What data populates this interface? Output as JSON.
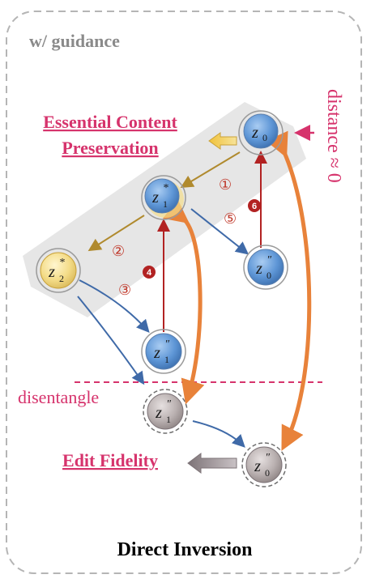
{
  "header": {
    "guidance_label": "w/ guidance"
  },
  "labels": {
    "essential_line1": "Essential Content",
    "essential_line2": "Preservation",
    "edit_fidelity": "Edit Fidelity",
    "disentangle": "disentangle",
    "distance": "distance ≈ 0",
    "footer_title": "Direct Inversion"
  },
  "nodes": {
    "z0": {
      "base": "z",
      "sub": "0",
      "sup": ""
    },
    "z1_star": {
      "base": "z",
      "sub": "1",
      "sup": "*"
    },
    "z2_star": {
      "base": "z",
      "sub": "2",
      "sup": "*"
    },
    "z0_pp_upper": {
      "base": "z",
      "sub": "0",
      "sup": "″"
    },
    "z1_pp_mid": {
      "base": "z",
      "sub": "1",
      "sup": "″"
    },
    "z1_pp_lower": {
      "base": "z",
      "sub": "1",
      "sup": "″"
    },
    "z0_pp_lower": {
      "base": "z",
      "sub": "0",
      "sup": "″"
    }
  },
  "steps": {
    "s1": "①",
    "s2": "②",
    "s3": "③",
    "s4": "4",
    "s5": "⑤",
    "s6": "6"
  },
  "colors": {
    "pink_accent": "#d6336c",
    "gold_arrow": "#b08a2e",
    "blue_arrow": "#3f6aa8",
    "red_arrow": "#b22222",
    "orange_arrow": "#e8823a",
    "node_blue": "#6aa0db",
    "node_yellow": "#f3dd8a",
    "node_gray": "#b8b0b0"
  }
}
